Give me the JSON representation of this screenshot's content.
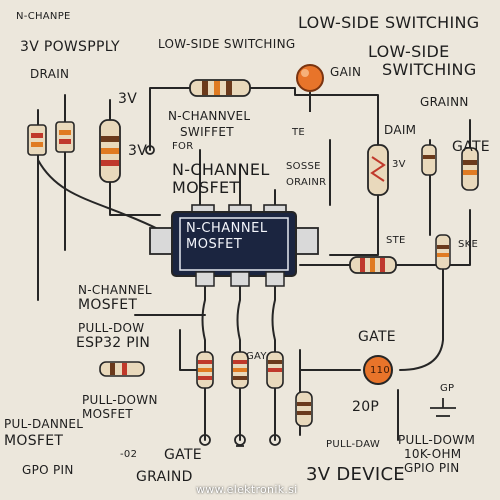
{
  "labels": {
    "n_channel_top_left": "N-CHANPE",
    "power_supply": "3V  POWSPPLY",
    "low_side_top": "LOW-SIDE SWITCHING",
    "low_side_mid": "LOW-SIDE SWITCHING",
    "low_side_right_1": "LOW-SIDE",
    "low_side_right_2": "SWITCHING",
    "drain": "DRAIN",
    "gain": "GAIN",
    "grainn": "GRAINN",
    "v3_a": "3V",
    "v3_b": "3V",
    "n_channel_switch_1": "N-CHANNVEL",
    "n_channel_switch_2": "SWIFFET",
    "for": "FOR",
    "te": "TE",
    "daim": "DAIM",
    "gate_right": "GATE",
    "v3_right": "3V",
    "n_channel_mosfet_1": "N-CHANNEL",
    "n_channel_mosfet_2": "MOSFET",
    "sosse": "SOSSE",
    "orainr": "ORAINR",
    "chip_line_1": "N-CHANNEL",
    "chip_line_2": "MOSFET",
    "ste": "STE",
    "ske": "SKE",
    "n_channel_left_1": "N-CHANNEL",
    "n_channel_left_2": "MOSFET",
    "pull_do": "PULL-DOW",
    "esp32_pin": "ESP32 PIN",
    "gay": "GAY",
    "gate_mid": "GATE",
    "v110": "110",
    "gp": "GP",
    "pull_down_left_1": "PULL-DOWN",
    "pull_down_left_2": "MOSFET",
    "pul_dannel_1": "PUL-DANNEL",
    "pul_dannel_2": "MOSFET",
    "twenty_op": "20P",
    "pull_daw": "PULL-DAW",
    "pull_down_right_1": "PULL-DOWM",
    "pull_down_right_2": "10K-OHM",
    "pull_down_right_3": "GPIO PIN",
    "gpo_pin": "GPO PIN",
    "o2": "-02",
    "gate_bottom": "GATE",
    "graind": "GRAIND",
    "device": "3V DEVICE",
    "watermark": "www.elektronik.si"
  },
  "colors": {
    "background": "#ece7dc",
    "wire": "#262626",
    "chip_body": "#1b2540",
    "chip_border": "#e6e9f0",
    "resistor_body": "#e9d9bc",
    "band_brown": "#6b3a1c",
    "band_orange": "#e07b22",
    "band_red": "#c0392b",
    "led_orange": "#e8742a"
  },
  "icons": [
    "resistor-icon",
    "led-icon",
    "mosfet-chip-icon",
    "switch-icon",
    "ground-icon"
  ]
}
